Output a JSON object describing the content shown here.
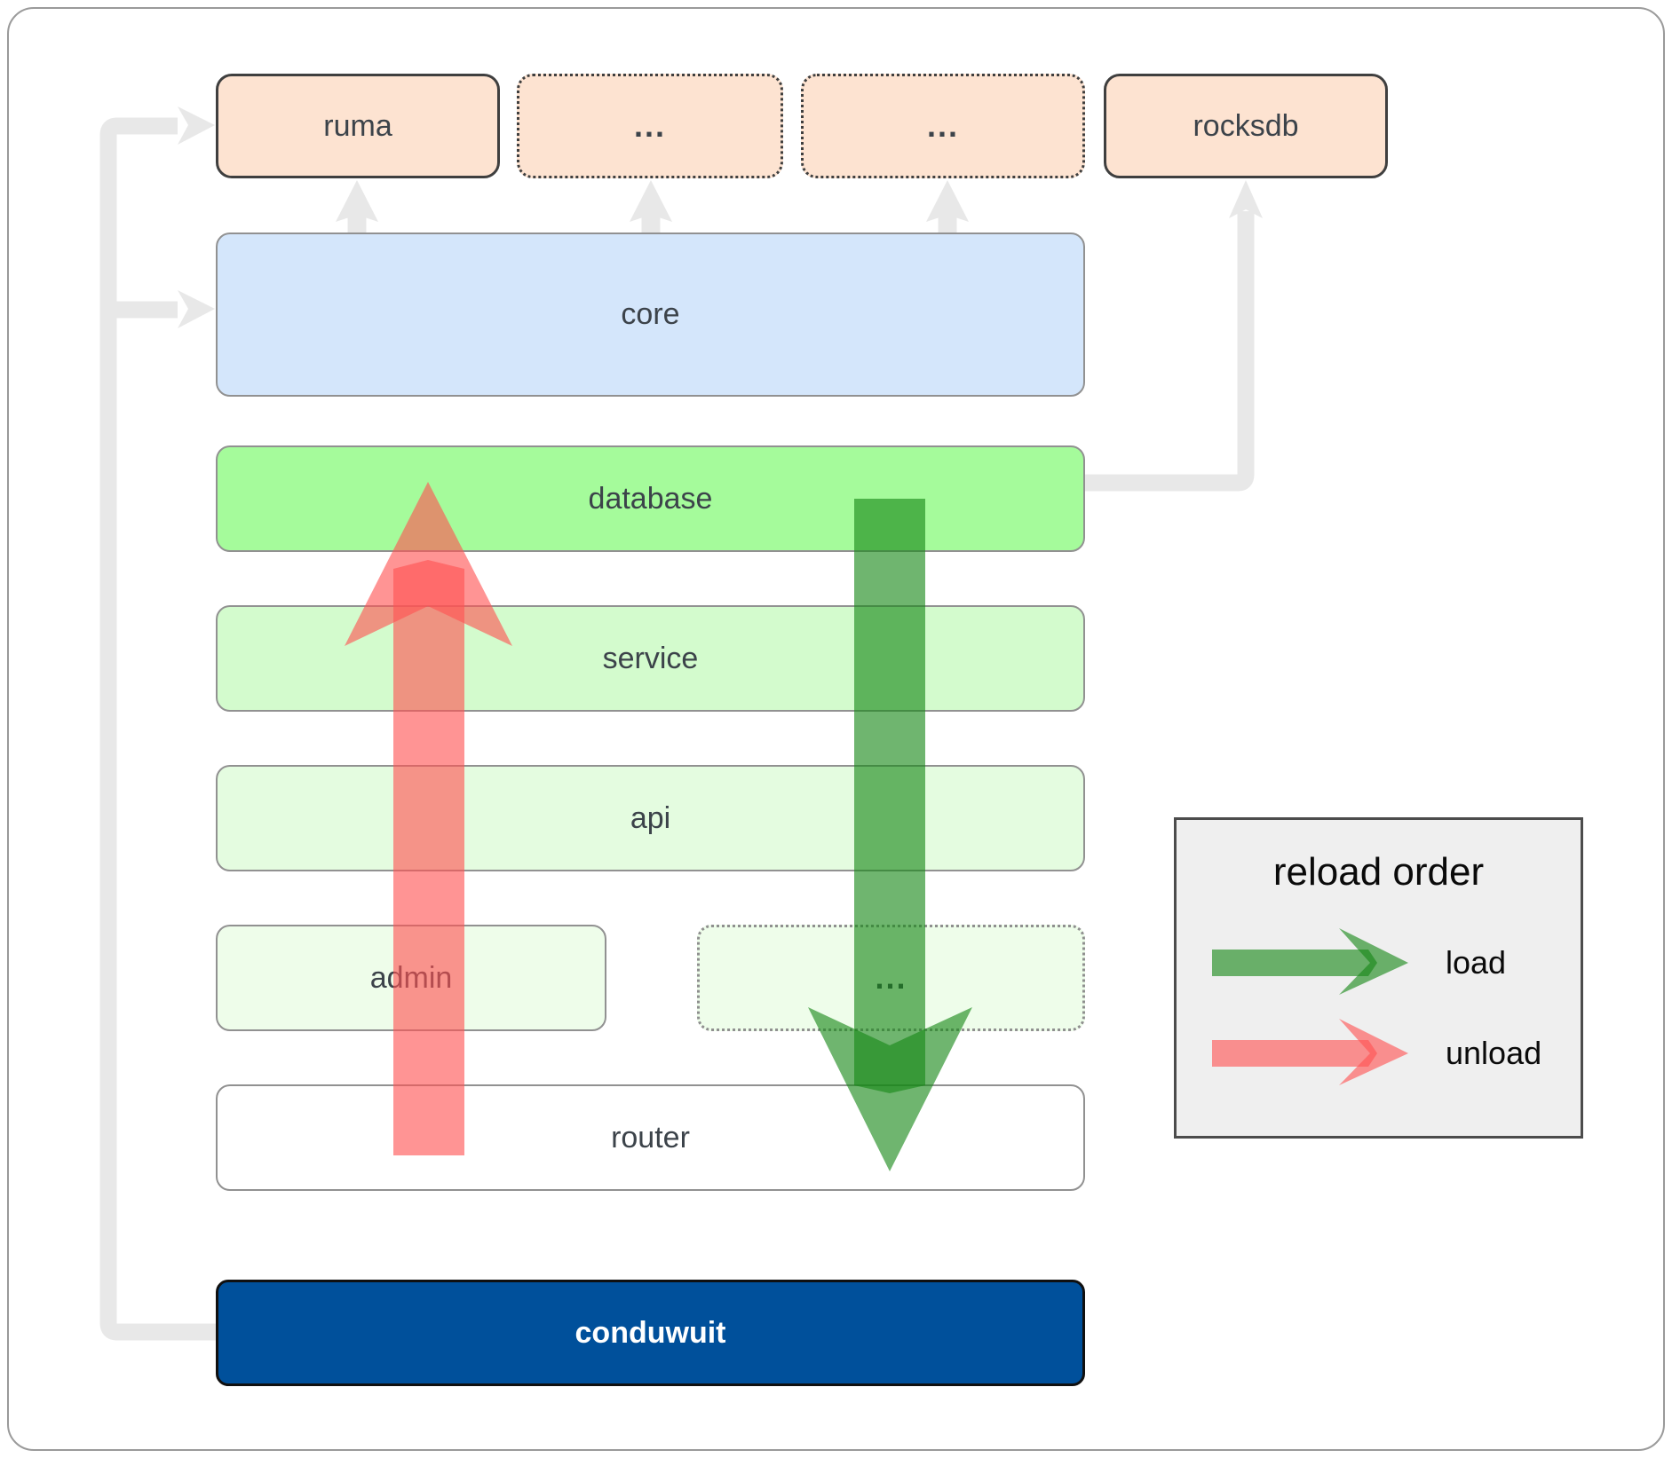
{
  "nodes": {
    "ruma": {
      "label": "ruma"
    },
    "dots_a": {
      "label": "..."
    },
    "dots_b": {
      "label": "..."
    },
    "rocksdb": {
      "label": "rocksdb"
    },
    "core": {
      "label": "core"
    },
    "database": {
      "label": "database"
    },
    "service": {
      "label": "service"
    },
    "api": {
      "label": "api"
    },
    "admin": {
      "label": "admin"
    },
    "admin_dots": {
      "label": "..."
    },
    "router": {
      "label": "router"
    },
    "conduwuit": {
      "label": "conduwuit"
    }
  },
  "legend": {
    "title": "reload order",
    "items": [
      {
        "label": "load",
        "color": "#178717"
      },
      {
        "label": "unload",
        "color": "#ff5252"
      }
    ]
  },
  "colors": {
    "load_green": "#178717",
    "unload_red": "#ff5252",
    "connector_gray": "#e8e8e8",
    "top_box_fill": "#fde3d1",
    "core_fill": "#d4e6fb",
    "database_fill": "#a5fb9b",
    "service_fill": "#d3fbcd",
    "api_fill": "#e4fce0",
    "admin_fill": "#eefdea",
    "conduwuit_fill": "#00509b"
  }
}
